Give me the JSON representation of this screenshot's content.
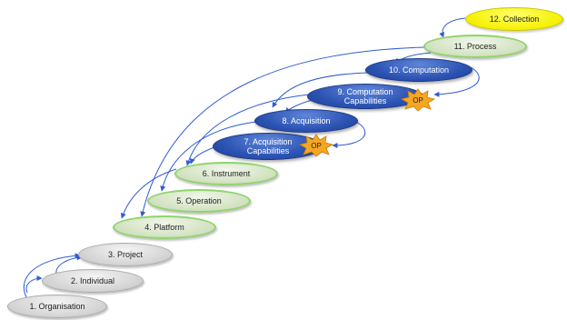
{
  "diagram": {
    "nodes": [
      {
        "id": "collection",
        "label": "12. Collection"
      },
      {
        "id": "process",
        "label": "11. Process"
      },
      {
        "id": "computation",
        "label": "10. Computation"
      },
      {
        "id": "computation_capabilities",
        "label": "9. Computation\nCapabilities"
      },
      {
        "id": "acquisition",
        "label": "8. Acquisition"
      },
      {
        "id": "acquisition_capabilities",
        "label": "7. Acquisition\nCapabilities"
      },
      {
        "id": "instrument",
        "label": "6. Instrument"
      },
      {
        "id": "operation",
        "label": "5. Operation"
      },
      {
        "id": "platform",
        "label": "4. Platform"
      },
      {
        "id": "project",
        "label": "3. Project"
      },
      {
        "id": "individual",
        "label": "2. Individual"
      },
      {
        "id": "organisation",
        "label": "1. Organisation"
      }
    ],
    "badges": [
      {
        "label": "OP",
        "attached_to": "computation_capabilities"
      },
      {
        "label": "OP",
        "attached_to": "acquisition_capabilities"
      }
    ],
    "colors": {
      "arrow": "#2f5bd3",
      "badge_fill": "#f5a623",
      "badge_stroke": "#c77b00"
    }
  }
}
